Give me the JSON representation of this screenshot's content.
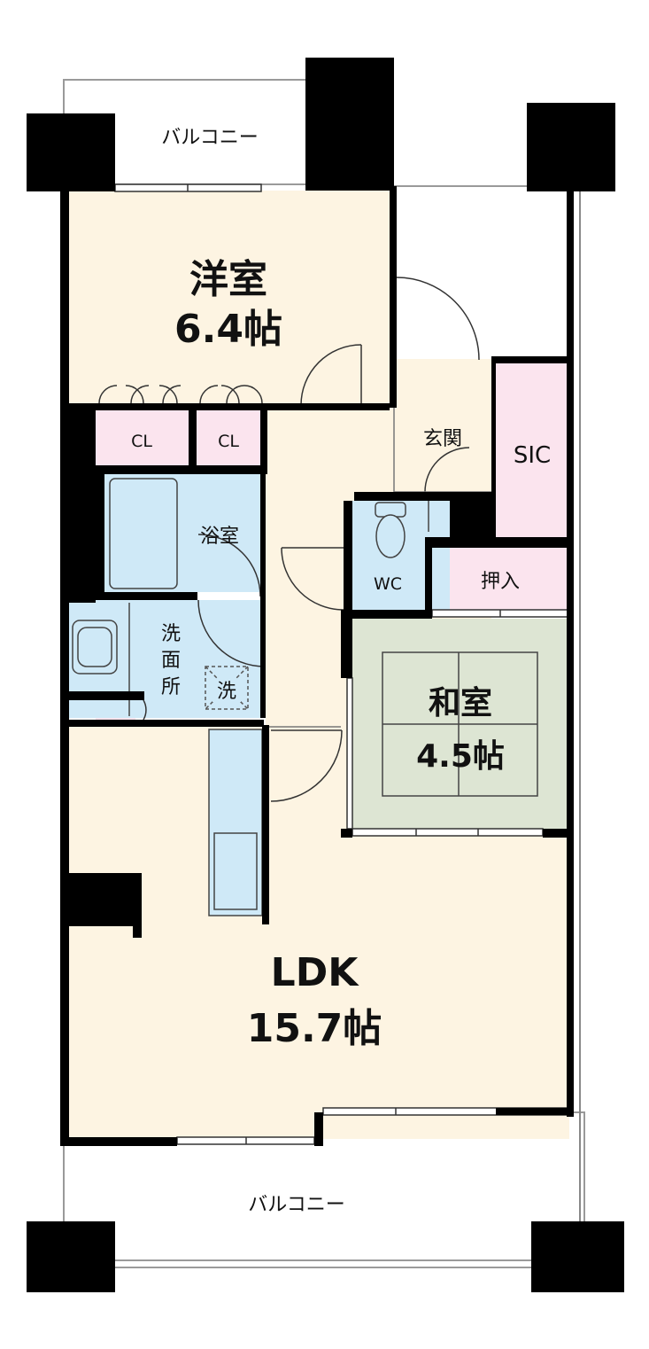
{
  "floor_plan": {
    "rooms": {
      "western_room": {
        "name": "洋室",
        "size": "6.4帖"
      },
      "ldk": {
        "name": "LDK",
        "size": "15.7帖"
      },
      "japanese_room": {
        "name": "和室",
        "size": "4.5帖"
      },
      "entrance": {
        "name": "玄関"
      },
      "sic": {
        "name": "SIC"
      },
      "bath": {
        "name": "浴室"
      },
      "wc": {
        "name": "WC"
      },
      "oshiire": {
        "name": "押入"
      },
      "washroom": {
        "line1": "洗",
        "line2": "面",
        "line3": "所"
      },
      "washer": {
        "name": "洗"
      },
      "closet_a": {
        "name": "CL"
      },
      "closet_b": {
        "name": "CL"
      },
      "balcony_top": {
        "name": "バルコニー"
      },
      "balcony_bottom": {
        "name": "バルコニー"
      }
    },
    "colors": {
      "floor": "#fdf4e2",
      "wet": "#cfe9f7",
      "storage": "#fbe4ee",
      "tatami": "#dde5d3",
      "wall": "#000000"
    }
  }
}
